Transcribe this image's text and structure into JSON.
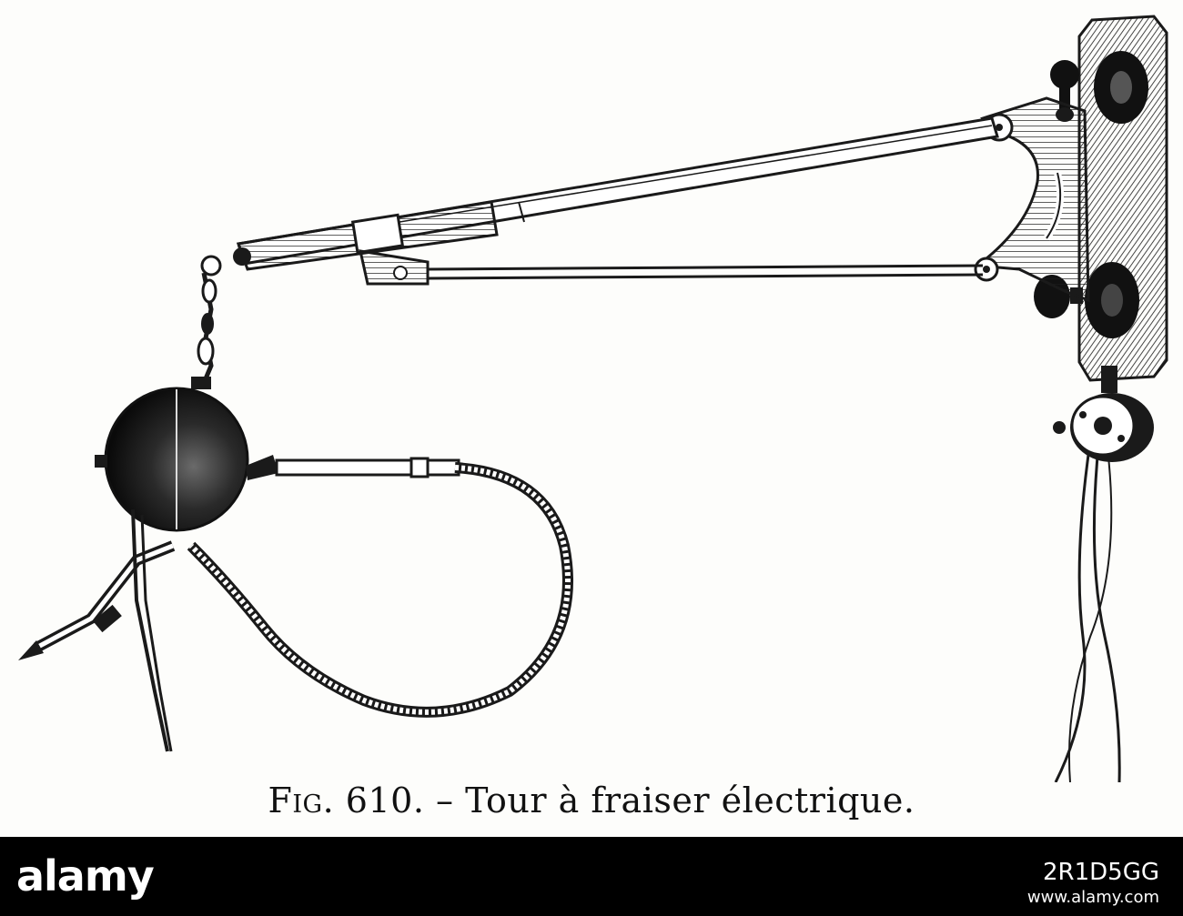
{
  "caption": {
    "fig_label": "Fig.",
    "fig_number": "610.",
    "dash": "–",
    "title": "Tour à fraiser électrique."
  },
  "watermark": {
    "brand": "alamy",
    "stock_id": "2R1D5GG",
    "url": "www.alamy.com"
  },
  "illustration": {
    "subject": "electric-milling-lathe",
    "ink_color": "#1a1a1a",
    "paper_color": "#fdfdfb"
  }
}
